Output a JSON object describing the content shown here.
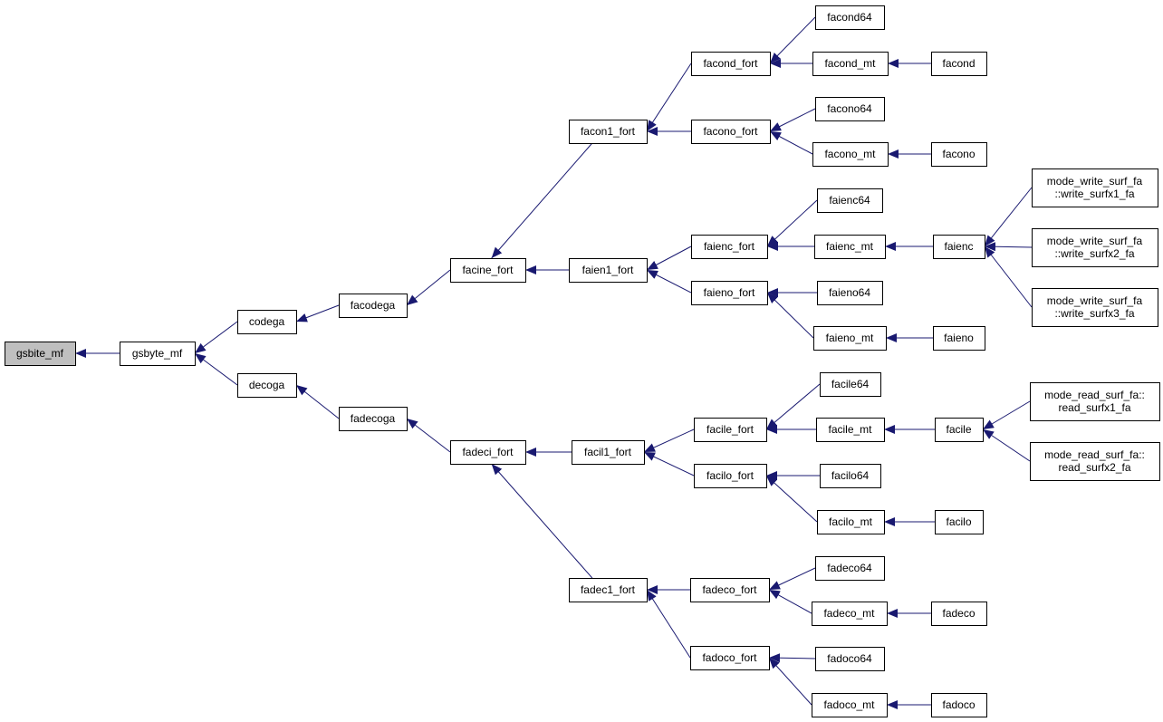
{
  "colors": {
    "edge": "#191970",
    "root_fill": "#bfbfbf",
    "node_fill": "#ffffff",
    "node_border": "#000000"
  },
  "graph": {
    "root": "gsbite_mf",
    "nodes": [
      {
        "id": "gsbite_mf",
        "lines": [
          "gsbite_mf"
        ],
        "root": true
      },
      {
        "id": "gsbyte_mf",
        "lines": [
          "gsbyte_mf"
        ]
      },
      {
        "id": "codega",
        "lines": [
          "codega"
        ]
      },
      {
        "id": "decoga",
        "lines": [
          "decoga"
        ]
      },
      {
        "id": "facodega",
        "lines": [
          "facodega"
        ]
      },
      {
        "id": "fadecoga",
        "lines": [
          "fadecoga"
        ]
      },
      {
        "id": "facine_fort",
        "lines": [
          "facine_fort"
        ]
      },
      {
        "id": "fadeci_fort",
        "lines": [
          "fadeci_fort"
        ]
      },
      {
        "id": "facon1_fort",
        "lines": [
          "facon1_fort"
        ]
      },
      {
        "id": "faien1_fort",
        "lines": [
          "faien1_fort"
        ]
      },
      {
        "id": "facil1_fort",
        "lines": [
          "facil1_fort"
        ]
      },
      {
        "id": "fadec1_fort",
        "lines": [
          "fadec1_fort"
        ]
      },
      {
        "id": "facond_fort",
        "lines": [
          "facond_fort"
        ]
      },
      {
        "id": "facono_fort",
        "lines": [
          "facono_fort"
        ]
      },
      {
        "id": "faienc_fort",
        "lines": [
          "faienc_fort"
        ]
      },
      {
        "id": "faieno_fort",
        "lines": [
          "faieno_fort"
        ]
      },
      {
        "id": "facile_fort",
        "lines": [
          "facile_fort"
        ]
      },
      {
        "id": "facilo_fort",
        "lines": [
          "facilo_fort"
        ]
      },
      {
        "id": "fadeco_fort",
        "lines": [
          "fadeco_fort"
        ]
      },
      {
        "id": "fadoco_fort",
        "lines": [
          "fadoco_fort"
        ]
      },
      {
        "id": "facond64",
        "lines": [
          "facond64"
        ]
      },
      {
        "id": "facond_mt",
        "lines": [
          "facond_mt"
        ]
      },
      {
        "id": "facono64",
        "lines": [
          "facono64"
        ]
      },
      {
        "id": "facono_mt",
        "lines": [
          "facono_mt"
        ]
      },
      {
        "id": "faienc64",
        "lines": [
          "faienc64"
        ]
      },
      {
        "id": "faienc_mt",
        "lines": [
          "faienc_mt"
        ]
      },
      {
        "id": "faieno64",
        "lines": [
          "faieno64"
        ]
      },
      {
        "id": "faieno_mt",
        "lines": [
          "faieno_mt"
        ]
      },
      {
        "id": "facile64",
        "lines": [
          "facile64"
        ]
      },
      {
        "id": "facile_mt",
        "lines": [
          "facile_mt"
        ]
      },
      {
        "id": "facilo64",
        "lines": [
          "facilo64"
        ]
      },
      {
        "id": "facilo_mt",
        "lines": [
          "facilo_mt"
        ]
      },
      {
        "id": "fadeco64",
        "lines": [
          "fadeco64"
        ]
      },
      {
        "id": "fadeco_mt",
        "lines": [
          "fadeco_mt"
        ]
      },
      {
        "id": "fadoco64",
        "lines": [
          "fadoco64"
        ]
      },
      {
        "id": "fadoco_mt",
        "lines": [
          "fadoco_mt"
        ]
      },
      {
        "id": "facond",
        "lines": [
          "facond"
        ]
      },
      {
        "id": "facono",
        "lines": [
          "facono"
        ]
      },
      {
        "id": "faienc",
        "lines": [
          "faienc"
        ]
      },
      {
        "id": "faieno",
        "lines": [
          "faieno"
        ]
      },
      {
        "id": "facile",
        "lines": [
          "facile"
        ]
      },
      {
        "id": "facilo",
        "lines": [
          "facilo"
        ]
      },
      {
        "id": "fadeco",
        "lines": [
          "fadeco"
        ]
      },
      {
        "id": "fadoco",
        "lines": [
          "fadoco"
        ]
      },
      {
        "id": "write_surfx1_fa",
        "lines": [
          "mode_write_surf_fa",
          "::write_surfx1_fa"
        ]
      },
      {
        "id": "write_surfx2_fa",
        "lines": [
          "mode_write_surf_fa",
          "::write_surfx2_fa"
        ]
      },
      {
        "id": "write_surfx3_fa",
        "lines": [
          "mode_write_surf_fa",
          "::write_surfx3_fa"
        ]
      },
      {
        "id": "read_surfx1_fa",
        "lines": [
          "mode_read_surf_fa::",
          "read_surfx1_fa"
        ]
      },
      {
        "id": "read_surfx2_fa",
        "lines": [
          "mode_read_surf_fa::",
          "read_surfx2_fa"
        ]
      }
    ],
    "edges": [
      [
        "gsbyte_mf",
        "gsbite_mf"
      ],
      [
        "codega",
        "gsbyte_mf"
      ],
      [
        "decoga",
        "gsbyte_mf"
      ],
      [
        "facodega",
        "codega"
      ],
      [
        "fadecoga",
        "decoga"
      ],
      [
        "facine_fort",
        "facodega"
      ],
      [
        "fadeci_fort",
        "fadecoga"
      ],
      [
        "facon1_fort",
        "facine_fort"
      ],
      [
        "faien1_fort",
        "facine_fort"
      ],
      [
        "facil1_fort",
        "fadeci_fort"
      ],
      [
        "fadec1_fort",
        "fadeci_fort"
      ],
      [
        "facond_fort",
        "facon1_fort"
      ],
      [
        "facono_fort",
        "facon1_fort"
      ],
      [
        "faienc_fort",
        "faien1_fort"
      ],
      [
        "faieno_fort",
        "faien1_fort"
      ],
      [
        "facile_fort",
        "facil1_fort"
      ],
      [
        "facilo_fort",
        "facil1_fort"
      ],
      [
        "fadeco_fort",
        "fadec1_fort"
      ],
      [
        "fadoco_fort",
        "fadec1_fort"
      ],
      [
        "facond64",
        "facond_fort"
      ],
      [
        "facond_mt",
        "facond_fort"
      ],
      [
        "facono64",
        "facono_fort"
      ],
      [
        "facono_mt",
        "facono_fort"
      ],
      [
        "faienc64",
        "faienc_fort"
      ],
      [
        "faienc_mt",
        "faienc_fort"
      ],
      [
        "faieno64",
        "faieno_fort"
      ],
      [
        "faieno_mt",
        "faieno_fort"
      ],
      [
        "facile64",
        "facile_fort"
      ],
      [
        "facile_mt",
        "facile_fort"
      ],
      [
        "facilo64",
        "facilo_fort"
      ],
      [
        "facilo_mt",
        "facilo_fort"
      ],
      [
        "fadeco64",
        "fadeco_fort"
      ],
      [
        "fadeco_mt",
        "fadeco_fort"
      ],
      [
        "fadoco64",
        "fadoco_fort"
      ],
      [
        "fadoco_mt",
        "fadoco_fort"
      ],
      [
        "facond",
        "facond_mt"
      ],
      [
        "facono",
        "facono_mt"
      ],
      [
        "faienc",
        "faienc_mt"
      ],
      [
        "faieno",
        "faieno_mt"
      ],
      [
        "facile",
        "facile_mt"
      ],
      [
        "facilo",
        "facilo_mt"
      ],
      [
        "fadeco",
        "fadeco_mt"
      ],
      [
        "fadoco",
        "fadoco_mt"
      ],
      [
        "write_surfx1_fa",
        "faienc"
      ],
      [
        "write_surfx2_fa",
        "faienc"
      ],
      [
        "write_surfx3_fa",
        "faienc"
      ],
      [
        "read_surfx1_fa",
        "facile"
      ],
      [
        "read_surfx2_fa",
        "facile"
      ]
    ]
  }
}
